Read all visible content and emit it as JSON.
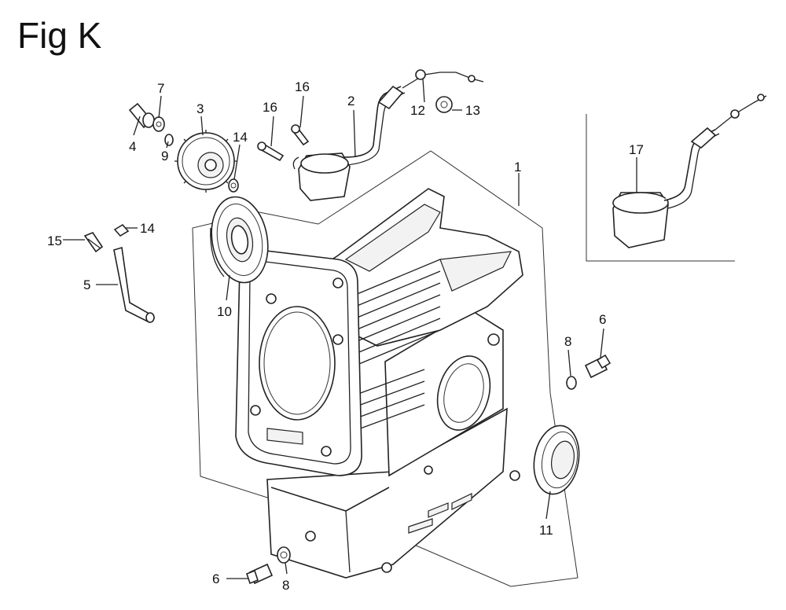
{
  "figure": {
    "title": "Fig K"
  },
  "callouts": [
    {
      "id": "c1",
      "label": "1"
    },
    {
      "id": "c2",
      "label": "2"
    },
    {
      "id": "c3",
      "label": "3"
    },
    {
      "id": "c4",
      "label": "4"
    },
    {
      "id": "c5",
      "label": "5"
    },
    {
      "id": "c6a",
      "label": "6"
    },
    {
      "id": "c6b",
      "label": "6"
    },
    {
      "id": "c7",
      "label": "7"
    },
    {
      "id": "c8a",
      "label": "8"
    },
    {
      "id": "c8b",
      "label": "8"
    },
    {
      "id": "c9",
      "label": "9"
    },
    {
      "id": "c10",
      "label": "10"
    },
    {
      "id": "c11",
      "label": "11"
    },
    {
      "id": "c12",
      "label": "12"
    },
    {
      "id": "c13",
      "label": "13"
    },
    {
      "id": "c14a",
      "label": "14"
    },
    {
      "id": "c14b",
      "label": "14"
    },
    {
      "id": "c15",
      "label": "15"
    },
    {
      "id": "c16a",
      "label": "16"
    },
    {
      "id": "c16b",
      "label": "16"
    },
    {
      "id": "c17",
      "label": "17"
    }
  ]
}
